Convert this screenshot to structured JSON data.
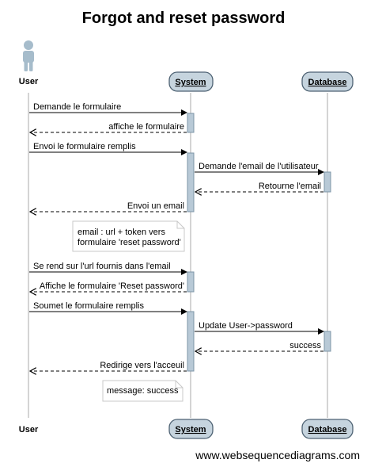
{
  "title": "Forgot and reset password",
  "participants": {
    "user": "User",
    "system": "System",
    "database": "Database"
  },
  "messages": [
    {
      "text": "Demande le formulaire",
      "from": "user",
      "to": "system",
      "dashed": false
    },
    {
      "text": "affiche le formulaire",
      "from": "system",
      "to": "user",
      "dashed": true
    },
    {
      "text": "Envoi le formulaire remplis",
      "from": "user",
      "to": "system",
      "dashed": false
    },
    {
      "text": "Demande l'email de l'utilisateur",
      "from": "system",
      "to": "database",
      "dashed": false
    },
    {
      "text": "Retourne l'email",
      "from": "database",
      "to": "system",
      "dashed": true
    },
    {
      "text": "Envoi un email",
      "from": "system",
      "to": "user",
      "dashed": true
    },
    {
      "text": "Se rend sur l'url fournis dans l'email",
      "from": "user",
      "to": "system",
      "dashed": false
    },
    {
      "text": "Affiche le formulaire 'Reset password'",
      "from": "system",
      "to": "user",
      "dashed": true
    },
    {
      "text": "Soumet le formulaire remplis",
      "from": "user",
      "to": "system",
      "dashed": false
    },
    {
      "text": "Update User->password",
      "from": "system",
      "to": "database",
      "dashed": false
    },
    {
      "text": "success",
      "from": "database",
      "to": "system",
      "dashed": true
    },
    {
      "text": "Redirige vers l'acceuil",
      "from": "system",
      "to": "user",
      "dashed": true
    }
  ],
  "notes": [
    {
      "lines": [
        "email : url + token vers",
        "formulaire 'reset password'"
      ]
    },
    {
      "lines": [
        "message: success"
      ]
    }
  ],
  "colors": {
    "actor": "#a6bccb",
    "box_fill": "#c6d4de",
    "box_stroke": "#4e6273",
    "activation": "#b8c9d6",
    "lifeline": "#aaaaaa"
  },
  "footer": "www.websequencediagrams.com"
}
